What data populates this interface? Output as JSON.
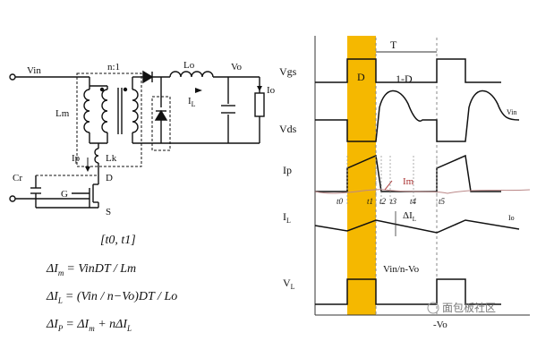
{
  "circuit": {
    "labels": {
      "vin": "Vin",
      "ratio": "n:1",
      "lo": "Lo",
      "vo": "Vo",
      "io": "Io",
      "il": "I",
      "il_sub": "L",
      "lm": "Lm",
      "ip": "Ip",
      "lk": "Lk",
      "cr": "Cr",
      "g": "G",
      "d": "D",
      "s": "S"
    },
    "interval": "[t0, t1]",
    "equations": [
      {
        "lhs": "ΔI",
        "lhs_sub": "m",
        "rhs": "= VinDT / Lm"
      },
      {
        "lhs": "ΔI",
        "lhs_sub": "L",
        "rhs": "= (Vin / n−Vo)DT / Lo"
      },
      {
        "lhs": "ΔI",
        "lhs_sub": "P",
        "rhs": "= ΔI",
        "rhs_sub": "m",
        "rhs2": " + nΔI",
        "rhs2_sub": "L"
      }
    ]
  },
  "waveforms": {
    "period": "T",
    "duty": "D",
    "off_duty": "1-D",
    "signals": [
      "Vgs",
      "Vds",
      "Ip",
      "I",
      "V"
    ],
    "signal_subs": [
      "",
      "",
      "",
      "L",
      "L"
    ],
    "vin_small": "Vin",
    "im": "Im",
    "io_small": "Io",
    "delta_il": "ΔI",
    "delta_il_sub": "L",
    "times": [
      "t0",
      "t1",
      "t2",
      "t3",
      "t4",
      "t5"
    ],
    "vl_pos": "Vin/n-Vo",
    "vl_neg": "-Vo",
    "highlight_color": "#f5b800"
  },
  "watermark": "面包板社区"
}
